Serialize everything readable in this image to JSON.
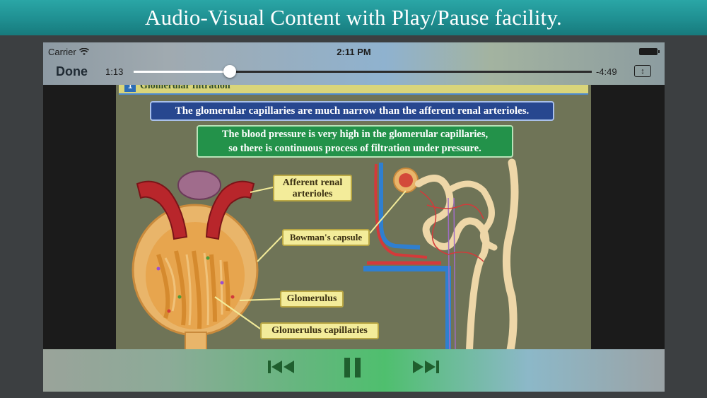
{
  "banner": {
    "title": "Audio-Visual Content with Play/Pause facility."
  },
  "status_bar": {
    "carrier": "Carrier",
    "time": "2:11 PM"
  },
  "player": {
    "done_label": "Done",
    "elapsed": "1:13",
    "remaining": "-4:49",
    "progress_fraction": 0.21
  },
  "slide": {
    "number": "1",
    "heading": "Glomerular filtration",
    "caption_top": "The glomerular capillaries are much narrow than the afferent renal arterioles.",
    "caption_bottom_line1": "The blood pressure is very high in the glomerular capillaries,",
    "caption_bottom_line2": "so there is continuous process of filtration under pressure.",
    "labels": {
      "afferent_line1": "Afferent renal",
      "afferent_line2": "arterioles",
      "bowman": "Bowman's capsule",
      "glomerulus": "Glomerulus",
      "glomerulus_capillaries": "Glomerulus capillaries"
    }
  },
  "controls": {
    "prev_icon": "skip-back-icon",
    "pause_icon": "pause-icon",
    "next_icon": "skip-forward-icon"
  },
  "colors": {
    "banner": "#1f8f91",
    "caption_blue": "#27478f",
    "caption_green": "#23924a",
    "label_fill": "#f3ec9a",
    "control_icon": "#1f5f2e"
  }
}
